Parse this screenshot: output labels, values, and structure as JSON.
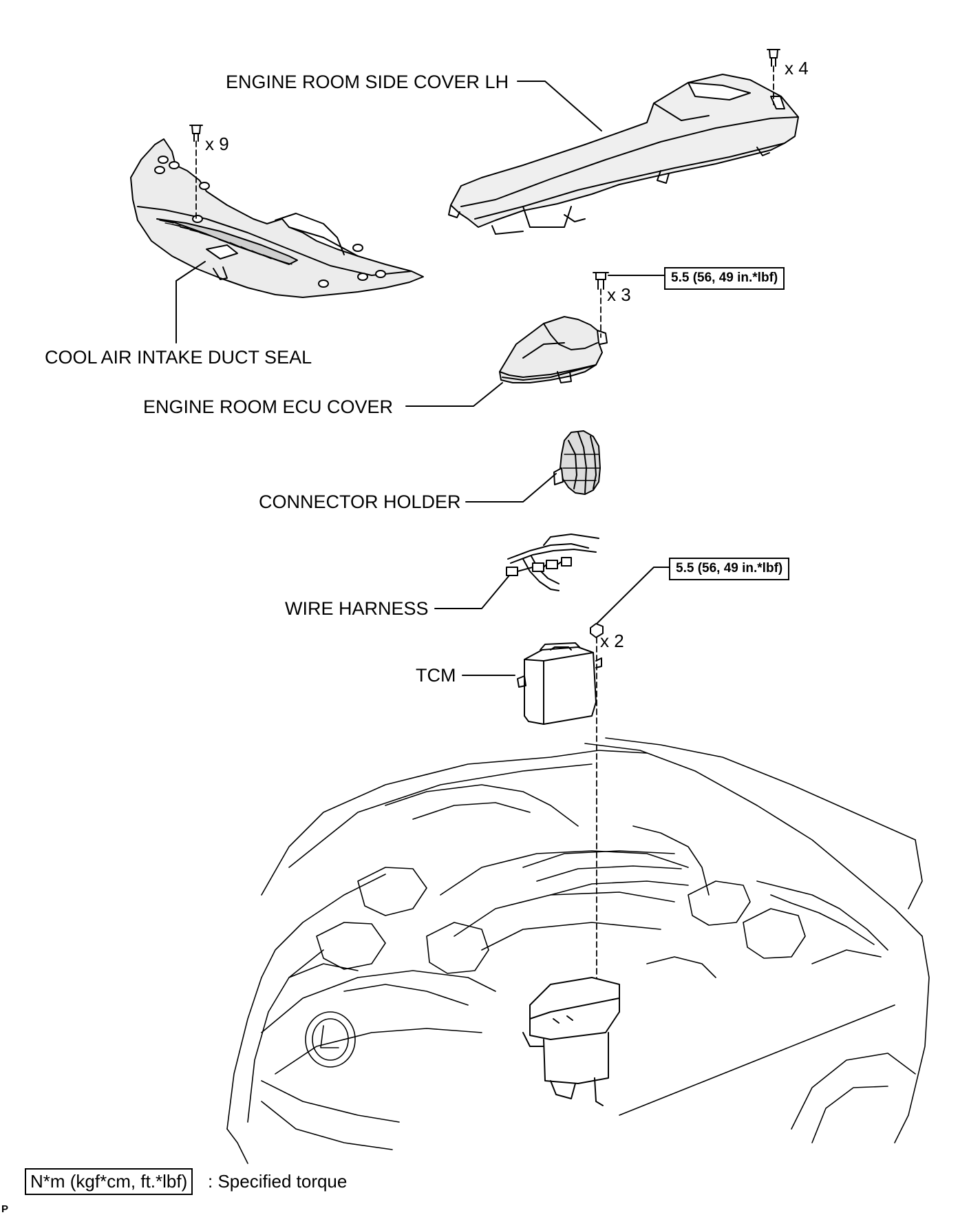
{
  "labels": {
    "engine_room_side_cover_lh": "ENGINE ROOM SIDE COVER LH",
    "cool_air_intake_duct_seal": "COOL AIR INTAKE DUCT SEAL",
    "engine_room_ecu_cover": "ENGINE ROOM ECU COVER",
    "connector_holder": "CONNECTOR HOLDER",
    "wire_harness": "WIRE HARNESS",
    "tcm": "TCM"
  },
  "quantities": {
    "side_cover_clips": "x 4",
    "duct_seal_clips": "x 9",
    "ecu_cover_bolts": "x 3",
    "tcm_nuts": "x 2"
  },
  "torques": {
    "ecu_cover_bolt": "5.5 (56, 49 in.*lbf)",
    "tcm_nut": "5.5 (56, 49 in.*lbf)"
  },
  "legend": {
    "unit_box": "N*m (kgf*cm, ft.*lbf)",
    "description": ": Specified torque"
  },
  "page_ref": "P"
}
